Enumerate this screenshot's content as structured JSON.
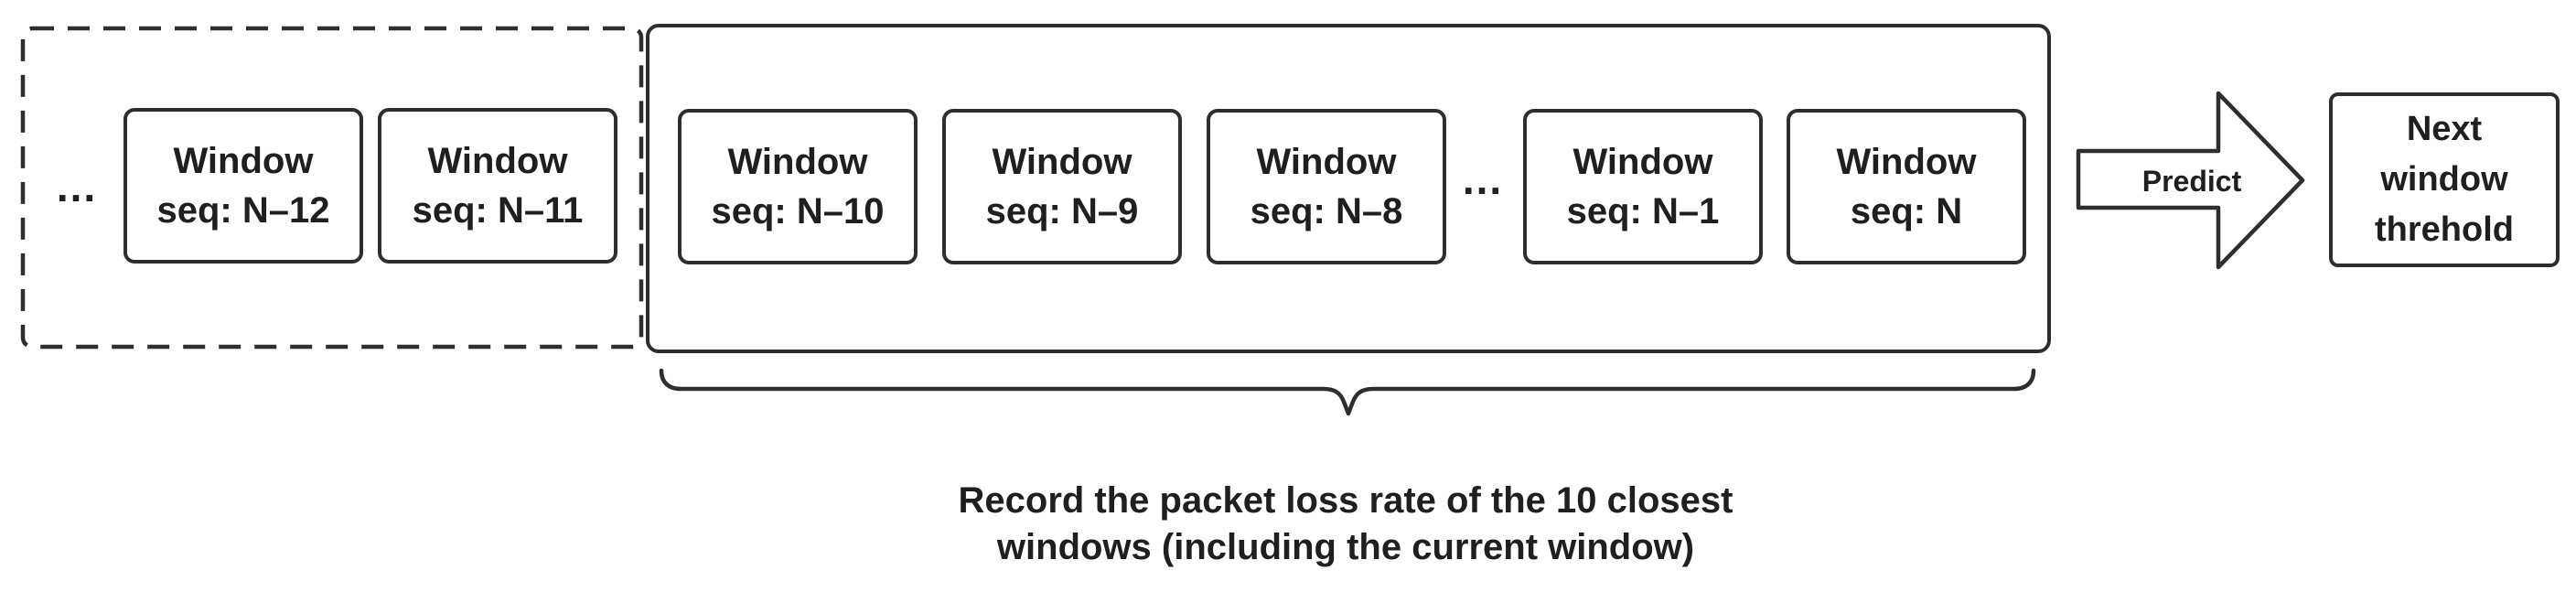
{
  "colors": {
    "stroke": "#2e2e2e",
    "text": "#1f1f1f",
    "background": "#ffffff"
  },
  "history_group": {
    "ellipsis": "...",
    "windows": [
      {
        "title": "Window",
        "seq": "seq: N–12"
      },
      {
        "title": "Window",
        "seq": "seq: N–11"
      }
    ]
  },
  "recent_group": {
    "ellipsis": "...",
    "windows": [
      {
        "title": "Window",
        "seq": "seq: N–10"
      },
      {
        "title": "Window",
        "seq": "seq: N–9"
      },
      {
        "title": "Window",
        "seq": "seq: N–8"
      },
      {
        "title": "Window",
        "seq": "seq: N–1"
      },
      {
        "title": "Window",
        "seq": "seq: N"
      }
    ]
  },
  "arrow": {
    "label": "Predict"
  },
  "result_box": {
    "line1": "Next",
    "line2": "window",
    "line3": "threhold"
  },
  "caption": {
    "line1": "Record the packet loss rate of the 10 closest",
    "line2": "windows (including the current window)"
  }
}
